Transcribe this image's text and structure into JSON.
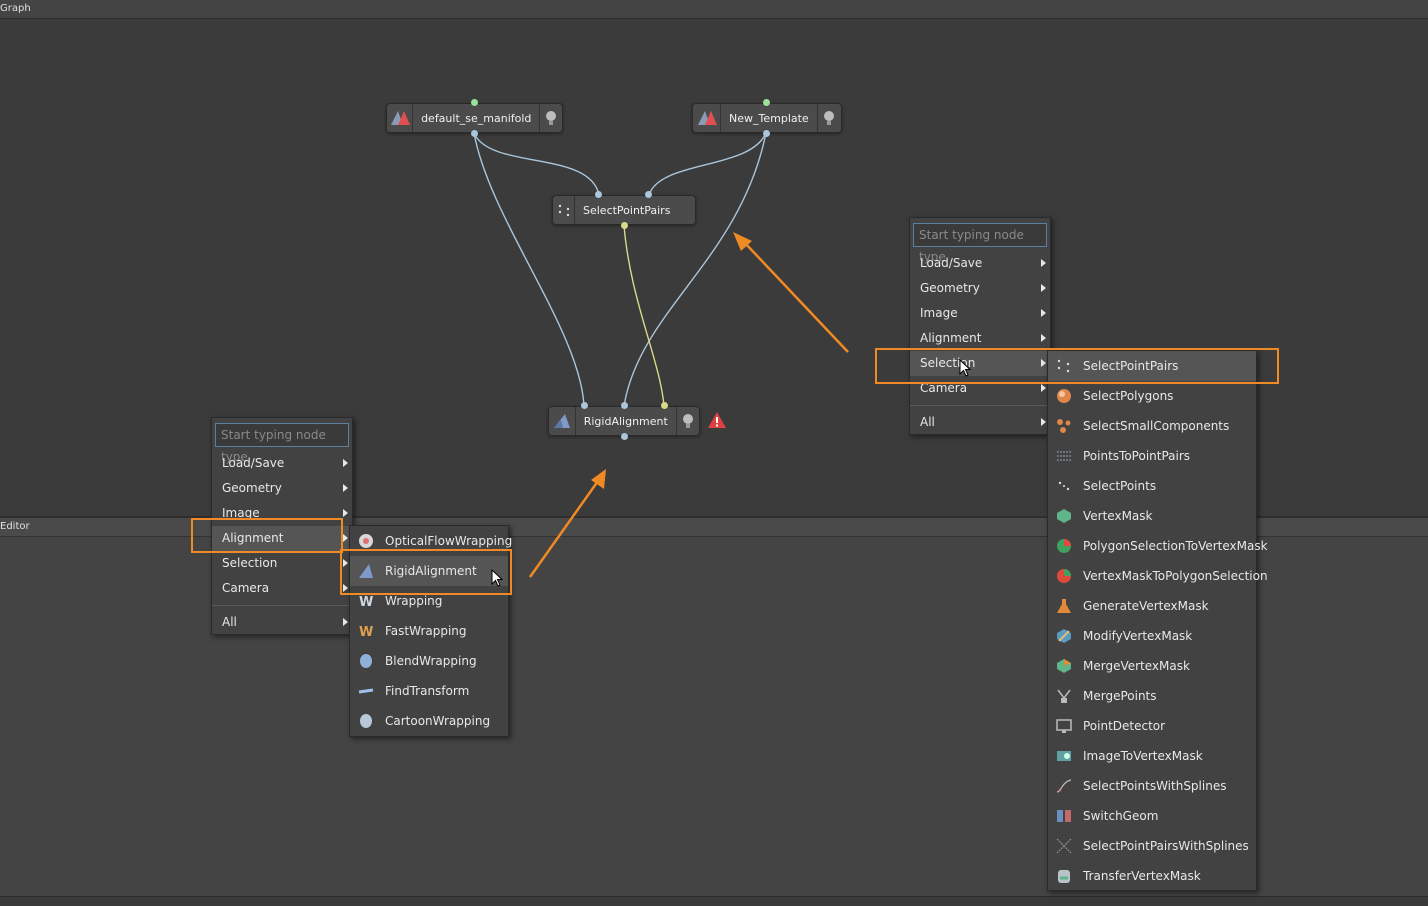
{
  "panels": {
    "graph_title": "Graph",
    "editor_title": "Editor"
  },
  "nodes": {
    "default_se_manifold": "default_se_manifold",
    "new_template": "New_Template",
    "select_point_pairs": "SelectPointPairs",
    "rigid_alignment": "RigidAlignment"
  },
  "left_menu": {
    "search_placeholder": "Start typing node type",
    "items": [
      "Load/Save",
      "Geometry",
      "Image",
      "Alignment",
      "Selection",
      "Camera",
      "All"
    ],
    "submenu": [
      "OpticalFlowWrapping",
      "RigidAlignment",
      "Wrapping",
      "FastWrapping",
      "BlendWrapping",
      "FindTransform",
      "CartoonWrapping"
    ]
  },
  "right_menu": {
    "search_placeholder": "Start typing node type",
    "items": [
      "Load/Save",
      "Geometry",
      "Image",
      "Alignment",
      "Selection",
      "Camera",
      "All"
    ],
    "submenu": [
      "SelectPointPairs",
      "SelectPolygons",
      "SelectSmallComponents",
      "PointsToPointPairs",
      "SelectPoints",
      "VertexMask",
      "PolygonSelectionToVertexMask",
      "VertexMaskToPolygonSelection",
      "GenerateVertexMask",
      "ModifyVertexMask",
      "MergeVertexMask",
      "MergePoints",
      "PointDetector",
      "ImageToVertexMask",
      "SelectPointsWithSplines",
      "SwitchGeom",
      "SelectPointPairsWithSplines",
      "TransferVertexMask"
    ]
  },
  "colors": {
    "highlight": "#f08a24",
    "wire_blue": "#a9c6dc",
    "wire_yellow": "#d9d98a",
    "port_green": "#9be39b",
    "warning": "#e04040"
  }
}
